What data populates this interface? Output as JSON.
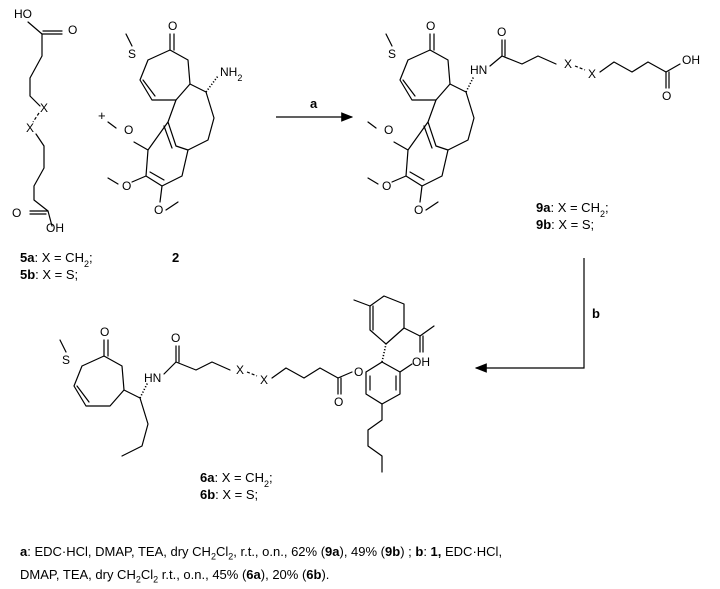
{
  "compounds": {
    "c5": {
      "label_a": "5a",
      "desc_a": ": X = CH",
      "sub_a": "2",
      "tail_a": ";",
      "label_b": "5b",
      "desc_b": ": X = S;"
    },
    "c2": {
      "label": "2"
    },
    "c9": {
      "label_a": "9a",
      "desc_a": ": X = CH",
      "sub_a": "2",
      "tail_a": ";",
      "label_b": "9b",
      "desc_b": ": X = S;"
    },
    "c6": {
      "label_a": "6a",
      "desc_a": ": X = CH",
      "sub_a": "2",
      "tail_a": ";",
      "label_b": "6b",
      "desc_b": ": X = S;"
    }
  },
  "atoms": {
    "HO": "HO",
    "O": "O",
    "OH": "OH",
    "X": "X",
    "S": "S",
    "NH2": "NH",
    "NH2_sub": "2",
    "HN": "HN"
  },
  "plus": "+",
  "arrows": {
    "a": "a",
    "b": "b"
  },
  "conditions": {
    "a": "a",
    "a_text_1": ": EDC·HCl, DMAP, TEA, dry CH",
    "a_sub_1": "2",
    "a_text_2": "Cl",
    "a_sub_2": "2",
    "a_text_3": ", r.t., o.n., 62% (",
    "a_9a": "9a",
    "a_text_4": "), 49% (",
    "a_9b": "9b",
    "a_text_5": ") ; ",
    "b": "b",
    "b_text_1": ": ",
    "b_ref": "1,",
    "b_text_2": " EDC·HCl,",
    "line2_text_1": "DMAP, TEA, dry CH",
    "line2_sub_1": "2",
    "line2_text_2": "Cl",
    "line2_sub_2": "2",
    "line2_text_3": " r.t., o.n., 45% (",
    "line2_6a": "6a",
    "line2_text_4": "), 20% (",
    "line2_6b": "6b",
    "line2_text_5": ")."
  }
}
